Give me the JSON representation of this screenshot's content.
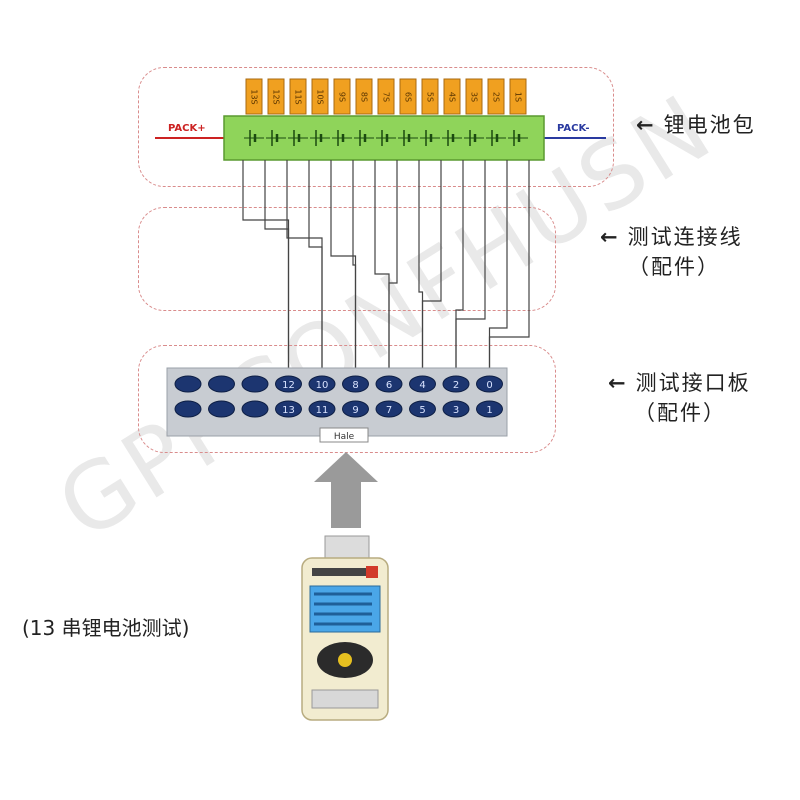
{
  "watermark": "GPPCONFHUSN",
  "labels": {
    "battery_pack": "锂电池包",
    "test_cable_line1": "测试连接线",
    "test_cable_line2": "（配件）",
    "interface_board_line1": "测试接口板",
    "interface_board_line2": "（配件）"
  },
  "caption": "(13 串锂电池测试)",
  "pack_plus": "PACK+",
  "pack_minus": "PACK-",
  "cells": [
    "13S",
    "12S",
    "11S",
    "10S",
    "9S",
    "8S",
    "7S",
    "6S",
    "5S",
    "4S",
    "3S",
    "2S",
    "1S"
  ],
  "board": {
    "top_row": [
      "",
      "",
      "",
      "12",
      "10",
      "8",
      "6",
      "4",
      "2",
      "0"
    ],
    "bottom_row": [
      "",
      "",
      "",
      "13",
      "11",
      "9",
      "7",
      "5",
      "3",
      "1"
    ],
    "connector_label": "Hale"
  },
  "colors": {
    "pack_plus_wire": "#cc2222",
    "pack_minus_wire": "#2a3aa0",
    "terminal_green": "#8fd45a",
    "cell_orange": "#f0a020",
    "board_grey": "#c8ccd2",
    "pin_blue": "#1c3570"
  }
}
